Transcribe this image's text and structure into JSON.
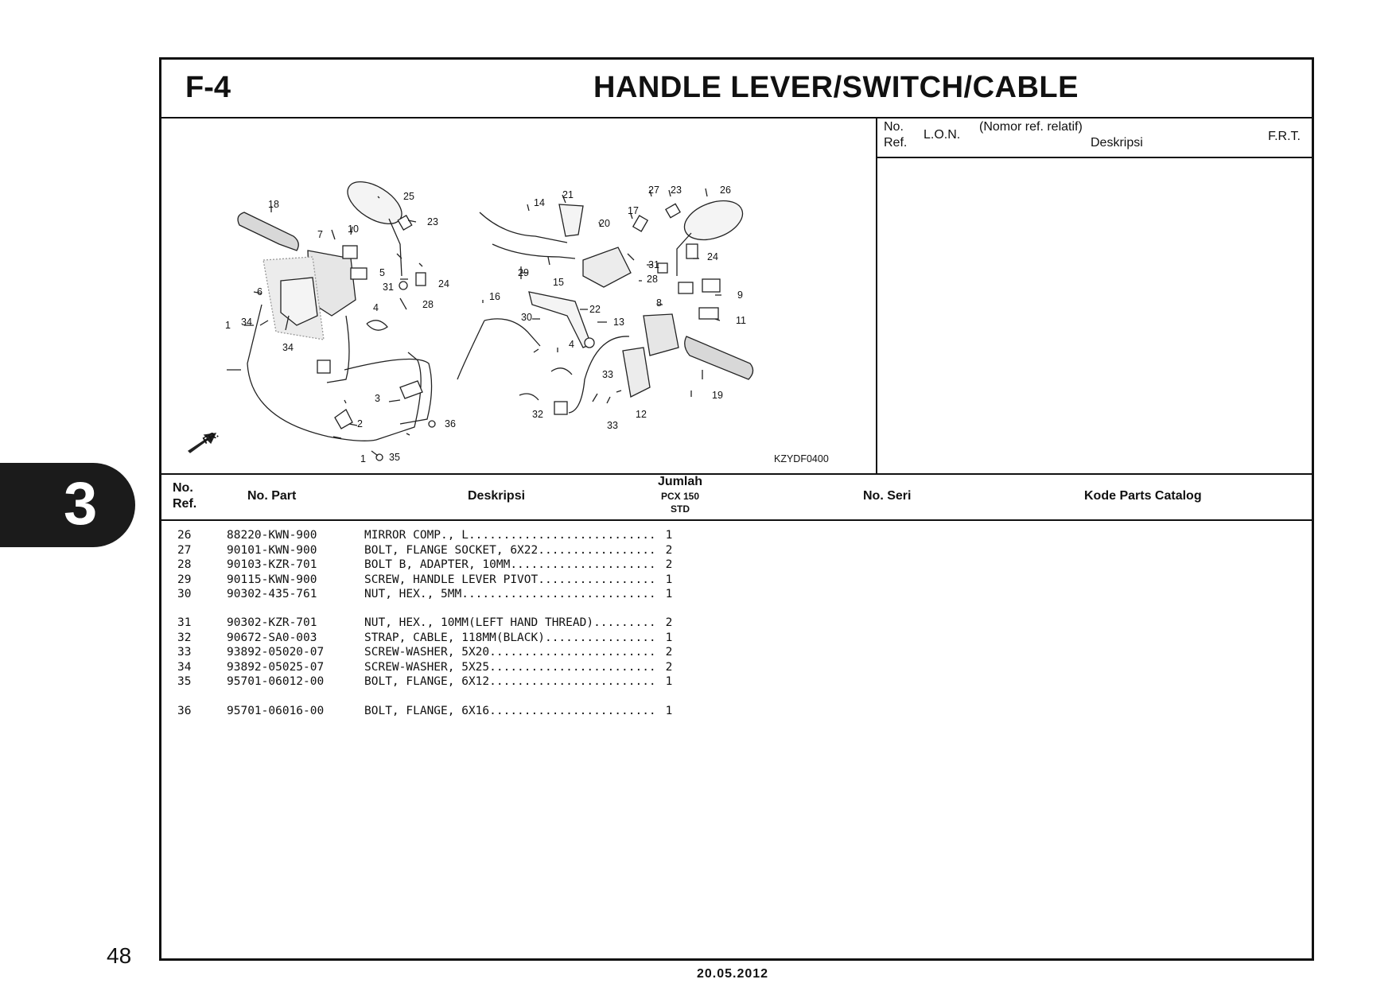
{
  "header": {
    "section_code": "F-4",
    "title": "HANDLE LEVER/SWITCH/CABLE"
  },
  "side_table": {
    "no": "No.",
    "ref": "Ref.",
    "lon": "L.O.N.",
    "nomor_ref": "(Nomor ref. relatif)",
    "deskripsi": "Deskripsi",
    "frt": "F.R.T."
  },
  "diagram": {
    "code": "KZYDF0400",
    "fr_label": "FR.",
    "callouts": [
      "1",
      "2",
      "3",
      "4",
      "4",
      "5",
      "6",
      "7",
      "8",
      "9",
      "10",
      "11",
      "12",
      "13",
      "14",
      "15",
      "16",
      "17",
      "18",
      "19",
      "20",
      "21",
      "22",
      "23",
      "23",
      "24",
      "24",
      "25",
      "26",
      "27",
      "28",
      "28",
      "29",
      "30",
      "31",
      "31",
      "32",
      "33",
      "33",
      "34",
      "34",
      "35",
      "36"
    ]
  },
  "table": {
    "headers": {
      "no": "No.",
      "ref": "Ref.",
      "no_part": "No. Part",
      "deskripsi": "Deskripsi",
      "jumlah": "Jumlah",
      "model": "PCX 150",
      "std": "STD",
      "no_seri": "No. Seri",
      "kode": "Kode Parts Catalog"
    },
    "rows": [
      {
        "ref": "26",
        "part": "88220-KWN-900",
        "desc": "MIRROR COMP., L.....................................",
        "qty": "1"
      },
      {
        "ref": "27",
        "part": "90101-KWN-900",
        "desc": "BOLT, FLANGE SOCKET, 6X22..........................",
        "qty": "2"
      },
      {
        "ref": "28",
        "part": "90103-KZR-701",
        "desc": "BOLT B, ADAPTER, 10MM..............................",
        "qty": "2"
      },
      {
        "ref": "29",
        "part": "90115-KWN-900",
        "desc": "SCREW, HANDLE LEVER PIVOT..........................",
        "qty": "1"
      },
      {
        "ref": "30",
        "part": "90302-435-761",
        "desc": "NUT, HEX., 5MM.....................................",
        "qty": "1"
      },
      {
        "ref": "31",
        "part": "90302-KZR-701",
        "desc": "NUT, HEX., 10MM(LEFT HAND THREAD)..................",
        "qty": "2"
      },
      {
        "ref": "32",
        "part": "90672-SA0-003",
        "desc": "STRAP, CABLE, 118MM(BLACK).........................",
        "qty": "1"
      },
      {
        "ref": "33",
        "part": "93892-05020-07",
        "desc": "SCREW-WASHER, 5X20.................................",
        "qty": "2"
      },
      {
        "ref": "34",
        "part": "93892-05025-07",
        "desc": "SCREW-WASHER, 5X25.................................",
        "qty": "2"
      },
      {
        "ref": "35",
        "part": "95701-06012-00",
        "desc": "BOLT, FLANGE, 6X12.................................",
        "qty": "1"
      },
      {
        "ref": "36",
        "part": "95701-06016-00",
        "desc": "BOLT, FLANGE, 6X16.................................",
        "qty": "1"
      }
    ]
  },
  "chapter": "3",
  "page_number": "48",
  "date": "20.05.2012"
}
